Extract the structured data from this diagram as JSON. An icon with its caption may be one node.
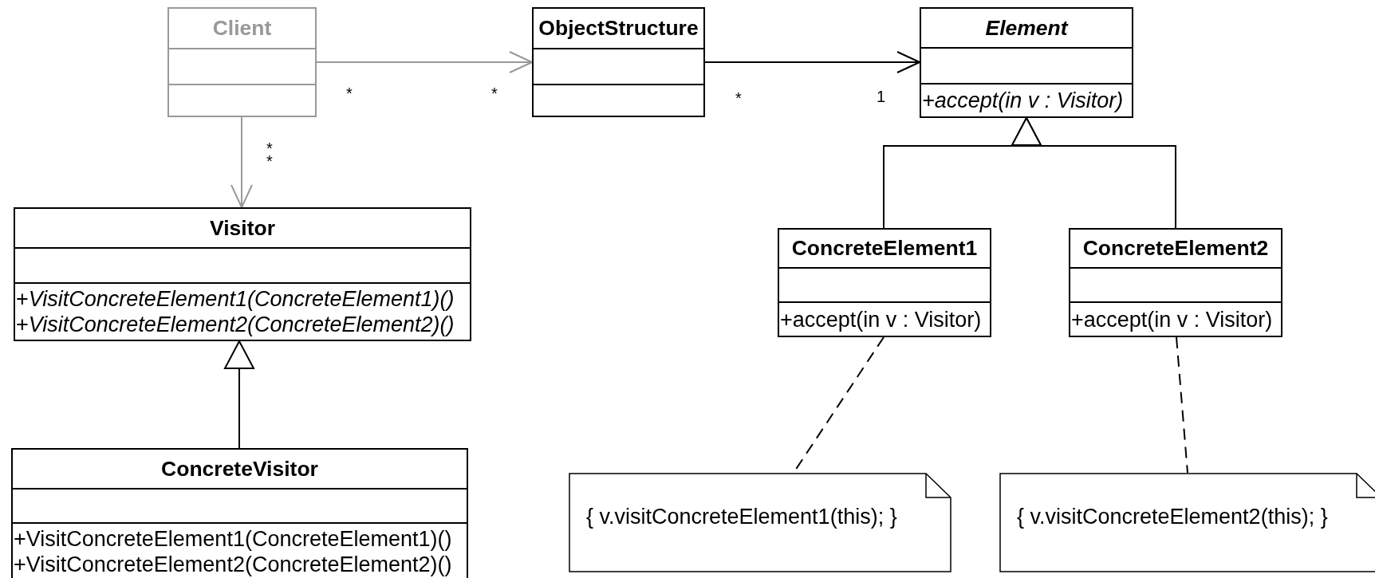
{
  "diagram": {
    "nodes": [
      {
        "text": [
          "Client"
        ]
      },
      {
        "text": [
          "ObjectStructure"
        ]
      },
      {
        "text": [
          "Element",
          "+accept(in v : Visitor)"
        ]
      },
      {
        "text": [
          "Visitor",
          "+*VisitConcreteElement1(ConcreteElement1)()*",
          "+*VisitConcreteElement2(ConcreteElement2)()*"
        ]
      },
      {
        "text": [
          "ConcreteElement1",
          "+accept(in v : Visitor)"
        ]
      },
      {
        "text": [
          "ConcreteElement2",
          "+accept(in v : Visitor)"
        ]
      },
      {
        "text": [
          "ConcreteVisitor",
          "+VisitConcreteElement1(ConcreteElement1)()",
          "+VisitConcreteElement2(ConcreteElement2)()"
        ]
      },
      {
        "text": [
          "{ v.visitConcreteElement1(this); }"
        ]
      },
      {
        "text": [
          "{ v.visitConcreteElement2(this); }"
        ]
      }
    ],
    "edges": [
      {
        "from": 0,
        "to": 1,
        "arrow": "to",
        "color": "#999999"
      },
      {
        "from": 1,
        "to": 2,
        "arrow": "to"
      },
      {
        "from": 0,
        "to": 3,
        "arrow": "to",
        "color": "#999999"
      },
      {
        "from": 6,
        "to": 3,
        "arrow": "to"
      },
      {
        "from": 4,
        "to": 2,
        "arrow": "to"
      },
      {
        "from": 5,
        "to": 2,
        "arrow": "to"
      },
      {
        "from": 4,
        "to": 7,
        "arrow": "none",
        "style": "dashed"
      },
      {
        "from": 5,
        "to": 8,
        "arrow": "none",
        "style": "dashed"
      }
    ],
    "labels": [
      "*",
      "*",
      "*",
      "1",
      "*",
      "*"
    ]
  }
}
